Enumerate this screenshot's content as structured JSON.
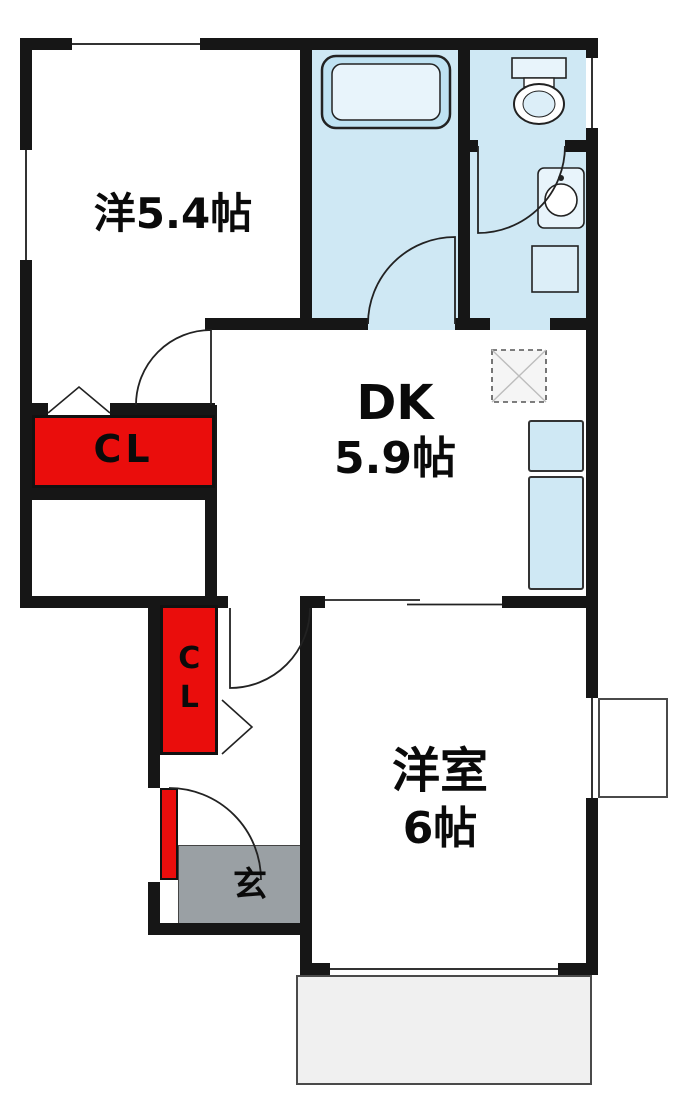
{
  "plan": {
    "rooms": {
      "bedroom1": {
        "label": "洋5.4帖"
      },
      "dk": {
        "line1": "DK",
        "line2": "5.9帖"
      },
      "bedroom2": {
        "line1": "洋室",
        "line2": "6帖"
      },
      "closet1": {
        "label": "CL"
      },
      "closet2": {
        "label": "CL"
      },
      "genkan": {
        "label": "玄"
      }
    },
    "colors": {
      "wall": "#161616",
      "water": "#cfe8f4",
      "fixture": "#e8f4fb",
      "closet": "#ea0d0c",
      "genkan": "#9aa0a4",
      "balcony": "#f0f0f0"
    }
  }
}
